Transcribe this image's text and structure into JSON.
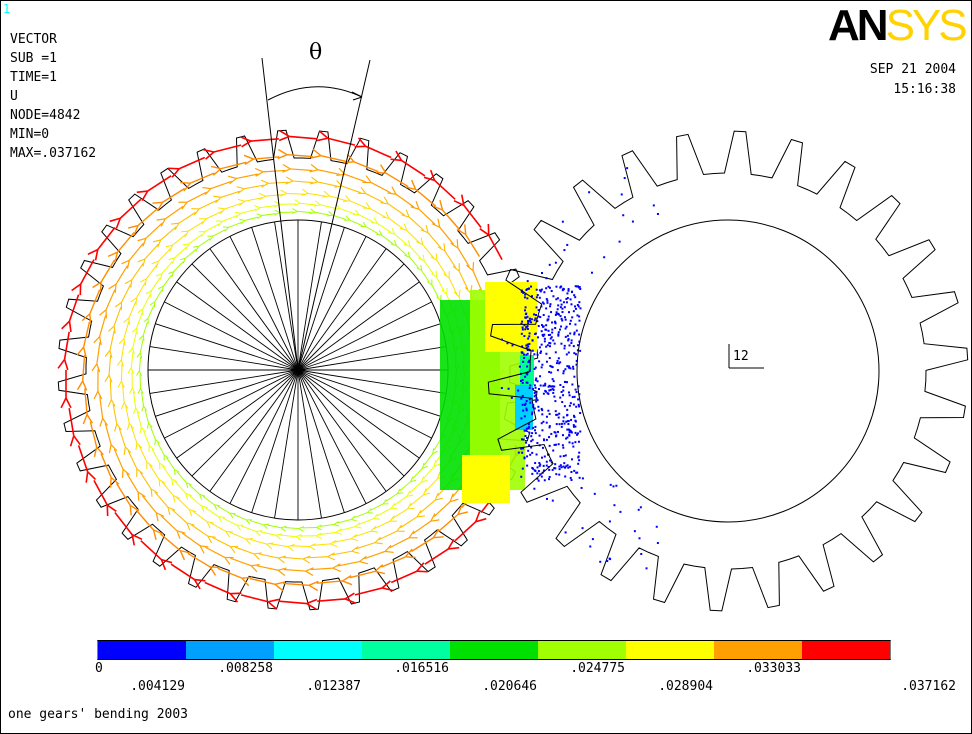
{
  "window_number": "1",
  "logo": {
    "part_a": "AN",
    "part_b": "SYS"
  },
  "info": {
    "lines": [
      "VECTOR",
      "SUB =1",
      "TIME=1",
      "U",
      "NODE=4842",
      "MIN=0",
      "MAX=.037162"
    ]
  },
  "date": "SEP 21 2004",
  "time": "15:16:38",
  "angle_symbol": "θ",
  "node_label": "12",
  "footer_title": "one gears' bending 2003",
  "legend": {
    "colors": [
      "#0000ff",
      "#00a0ff",
      "#00ffff",
      "#00ffa0",
      "#00e000",
      "#a0ff00",
      "#ffff00",
      "#ffa000",
      "#ff0000"
    ],
    "upper_labels": [
      "0",
      ".008258",
      ".016516",
      ".024775",
      ".033033"
    ],
    "lower_labels": [
      ".004129",
      ".012387",
      ".020646",
      ".028904",
      ".037162"
    ]
  }
}
